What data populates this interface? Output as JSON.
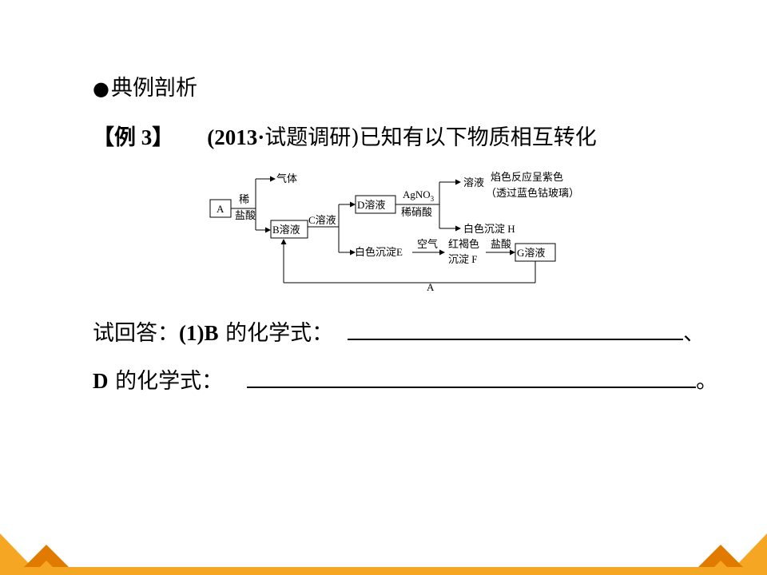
{
  "heading": {
    "bullet": "●",
    "text": "典例剖析"
  },
  "example": {
    "tag": "【例 3】",
    "source": "(2013·",
    "source_rest": "试题调研)",
    "intro": "已知有以下物质相互转化"
  },
  "diagram": {
    "box_a": "A",
    "reagent_hcl_1": "稀",
    "reagent_hcl_2": "盐酸",
    "gas": "气体",
    "box_b": "B溶液",
    "c_solution": "C溶液",
    "box_d": "D溶液",
    "agno3": "AgNO",
    "agno3_sub": "3",
    "dilute_nitric": "稀硝酸",
    "solution": "溶液",
    "flame": "焰色反应呈紫色",
    "cobalt": "（透过蓝色钴玻璃）",
    "white_h": "白色沉淀 H",
    "white_e": "白色沉淀E",
    "air": "空气",
    "red_brown": "红褐色",
    "precip_f": "沉淀 F",
    "hcl": "盐酸",
    "box_g": "G溶液",
    "return_a": "A"
  },
  "question1": {
    "prefix": "试回答：",
    "num": "(1)B",
    "suffix": " 的化学式：",
    "end": "、"
  },
  "question2": {
    "prefix": "D",
    "suffix": " 的化学式：",
    "end": "。"
  },
  "colors": {
    "accent": "#f5a623",
    "accent_dark": "#e07b00"
  }
}
